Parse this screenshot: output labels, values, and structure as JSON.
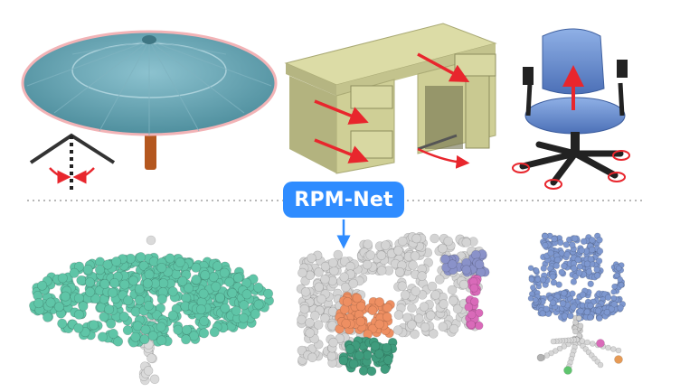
{
  "figure": {
    "method_label": "RPM-Net",
    "colors": {
      "canopy_teal": "#5b9fae",
      "canopy_points": "#5fc5a7",
      "handle_points": "#dadada",
      "arrow_red": "#e8262d",
      "badge_blue": "#2f8cff",
      "desk_green": "#cfcf96",
      "chair_blue": "#7d97cf",
      "drawer_orange": "#ee8f62",
      "drawer_green": "#3f9c7d",
      "door_pink": "#d96ab9",
      "divider_gray": "#b8b8b8"
    },
    "top_row_objects": [
      "umbrella-render",
      "desk-render",
      "office-chair-render"
    ],
    "bottom_row_objects": [
      "umbrella-point-cloud",
      "desk-point-cloud",
      "chair-point-cloud"
    ]
  }
}
